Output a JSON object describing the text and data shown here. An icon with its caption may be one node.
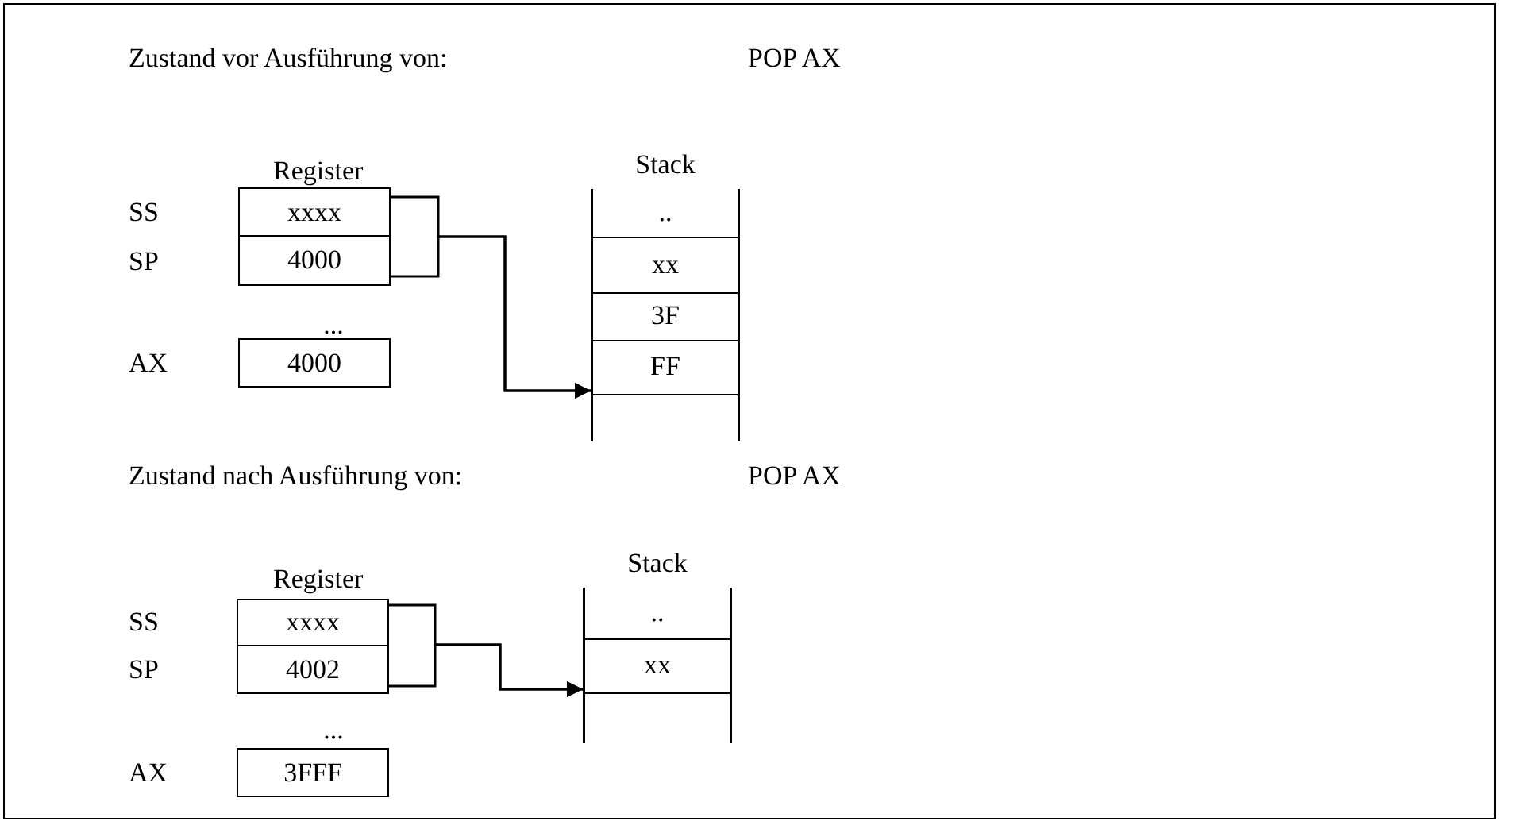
{
  "diagram": {
    "nodes": [
      {
        "text": [
          "xxxx"
        ],
        "beside": [
          "SS"
        ]
      },
      {
        "text": [
          "4000"
        ],
        "beside": [
          "SP"
        ]
      },
      {
        "text": [
          "4000"
        ],
        "beside": [
          "AX"
        ]
      },
      {
        "text": [
          "Stack"
        ]
      },
      {
        "text": [
          ".."
        ],
        "in": 3
      },
      {
        "text": [
          "xx"
        ],
        "in": 3
      },
      {
        "text": [
          "3F"
        ],
        "in": 3
      },
      {
        "text": [
          "FF"
        ],
        "in": 3
      },
      {
        "text": [
          "xxxx"
        ],
        "beside": [
          "SS"
        ]
      },
      {
        "text": [
          "4002"
        ],
        "beside": [
          "SP"
        ]
      },
      {
        "text": [
          "3FFF"
        ],
        "beside": [
          "AX"
        ]
      },
      {
        "text": [
          "Stack"
        ]
      },
      {
        "text": [
          ".."
        ],
        "in": 11
      },
      {
        "text": [
          "xx"
        ],
        "in": 11
      }
    ],
    "edges": [
      {
        "from": 0,
        "to": 7,
        "arrow": "to"
      },
      {
        "from": 1,
        "to": 7,
        "arrow": "to"
      },
      {
        "from": 8,
        "to": 13,
        "arrow": "to"
      },
      {
        "from": 9,
        "to": 13,
        "arrow": "to"
      }
    ],
    "labels": [
      "Zustand vor Ausführung von:",
      "POP AX",
      "Register",
      "...",
      "Zustand nach Ausführung von:",
      "POP AX",
      "Register",
      "..."
    ]
  }
}
